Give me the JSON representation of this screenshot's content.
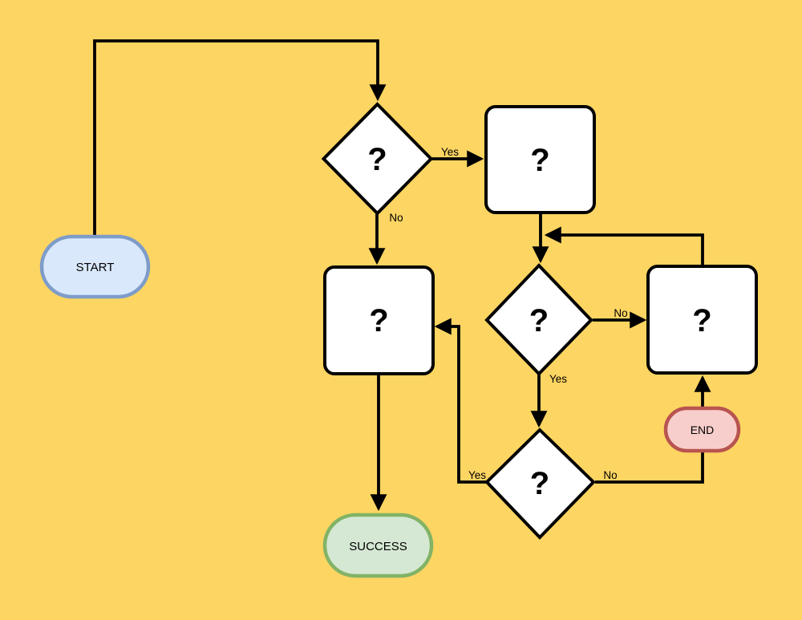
{
  "diagram": {
    "background_color": "#FDD562",
    "line_color": "#000000",
    "nodes": {
      "start": {
        "type": "terminator",
        "label": "START",
        "fill": "#DAE8FC",
        "stroke": "#7E9CC9"
      },
      "decision_top": {
        "type": "decision",
        "label": "?",
        "fill": "#FFFFFF",
        "stroke": "#000000"
      },
      "process_top_right": {
        "type": "process",
        "label": "?",
        "fill": "#FFFFFF",
        "stroke": "#000000"
      },
      "process_middle": {
        "type": "process",
        "label": "?",
        "fill": "#FFFFFF",
        "stroke": "#000000"
      },
      "decision_right": {
        "type": "decision",
        "label": "?",
        "fill": "#FFFFFF",
        "stroke": "#000000"
      },
      "process_far_right": {
        "type": "process",
        "label": "?",
        "fill": "#FFFFFF",
        "stroke": "#000000"
      },
      "end": {
        "type": "terminator",
        "label": "END",
        "fill": "#F8CECC",
        "stroke": "#B85450"
      },
      "decision_bottom": {
        "type": "decision",
        "label": "?",
        "fill": "#FFFFFF",
        "stroke": "#000000"
      },
      "success": {
        "type": "terminator",
        "label": "SUCCESS",
        "fill": "#D5E8D4",
        "stroke": "#82B366"
      }
    },
    "edge_labels": {
      "decision_top_yes": "Yes",
      "decision_top_no": "No",
      "decision_right_no": "No",
      "decision_right_yes": "Yes",
      "decision_bottom_yes": "Yes",
      "decision_bottom_no": "No"
    }
  }
}
